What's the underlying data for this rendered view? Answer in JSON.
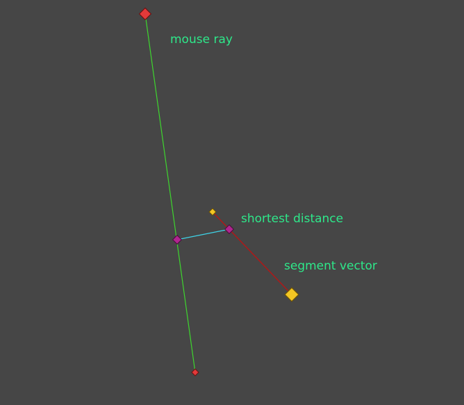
{
  "labels": {
    "mouse_ray": "mouse ray",
    "shortest_distance": "shortest distance",
    "segment_vector": "segment vector"
  },
  "colors": {
    "background": "#464646",
    "label_text": "#2ee88a",
    "mouse_ray_line": "#3ed62e",
    "shortest_distance_line": "#3fd3e8",
    "segment_vector_line": "#b01818",
    "ray_endpoint_marker": "#e23a3a",
    "closest_point_marker": "#b0268f",
    "segment_endpoint_marker": "#f3c623"
  }
}
